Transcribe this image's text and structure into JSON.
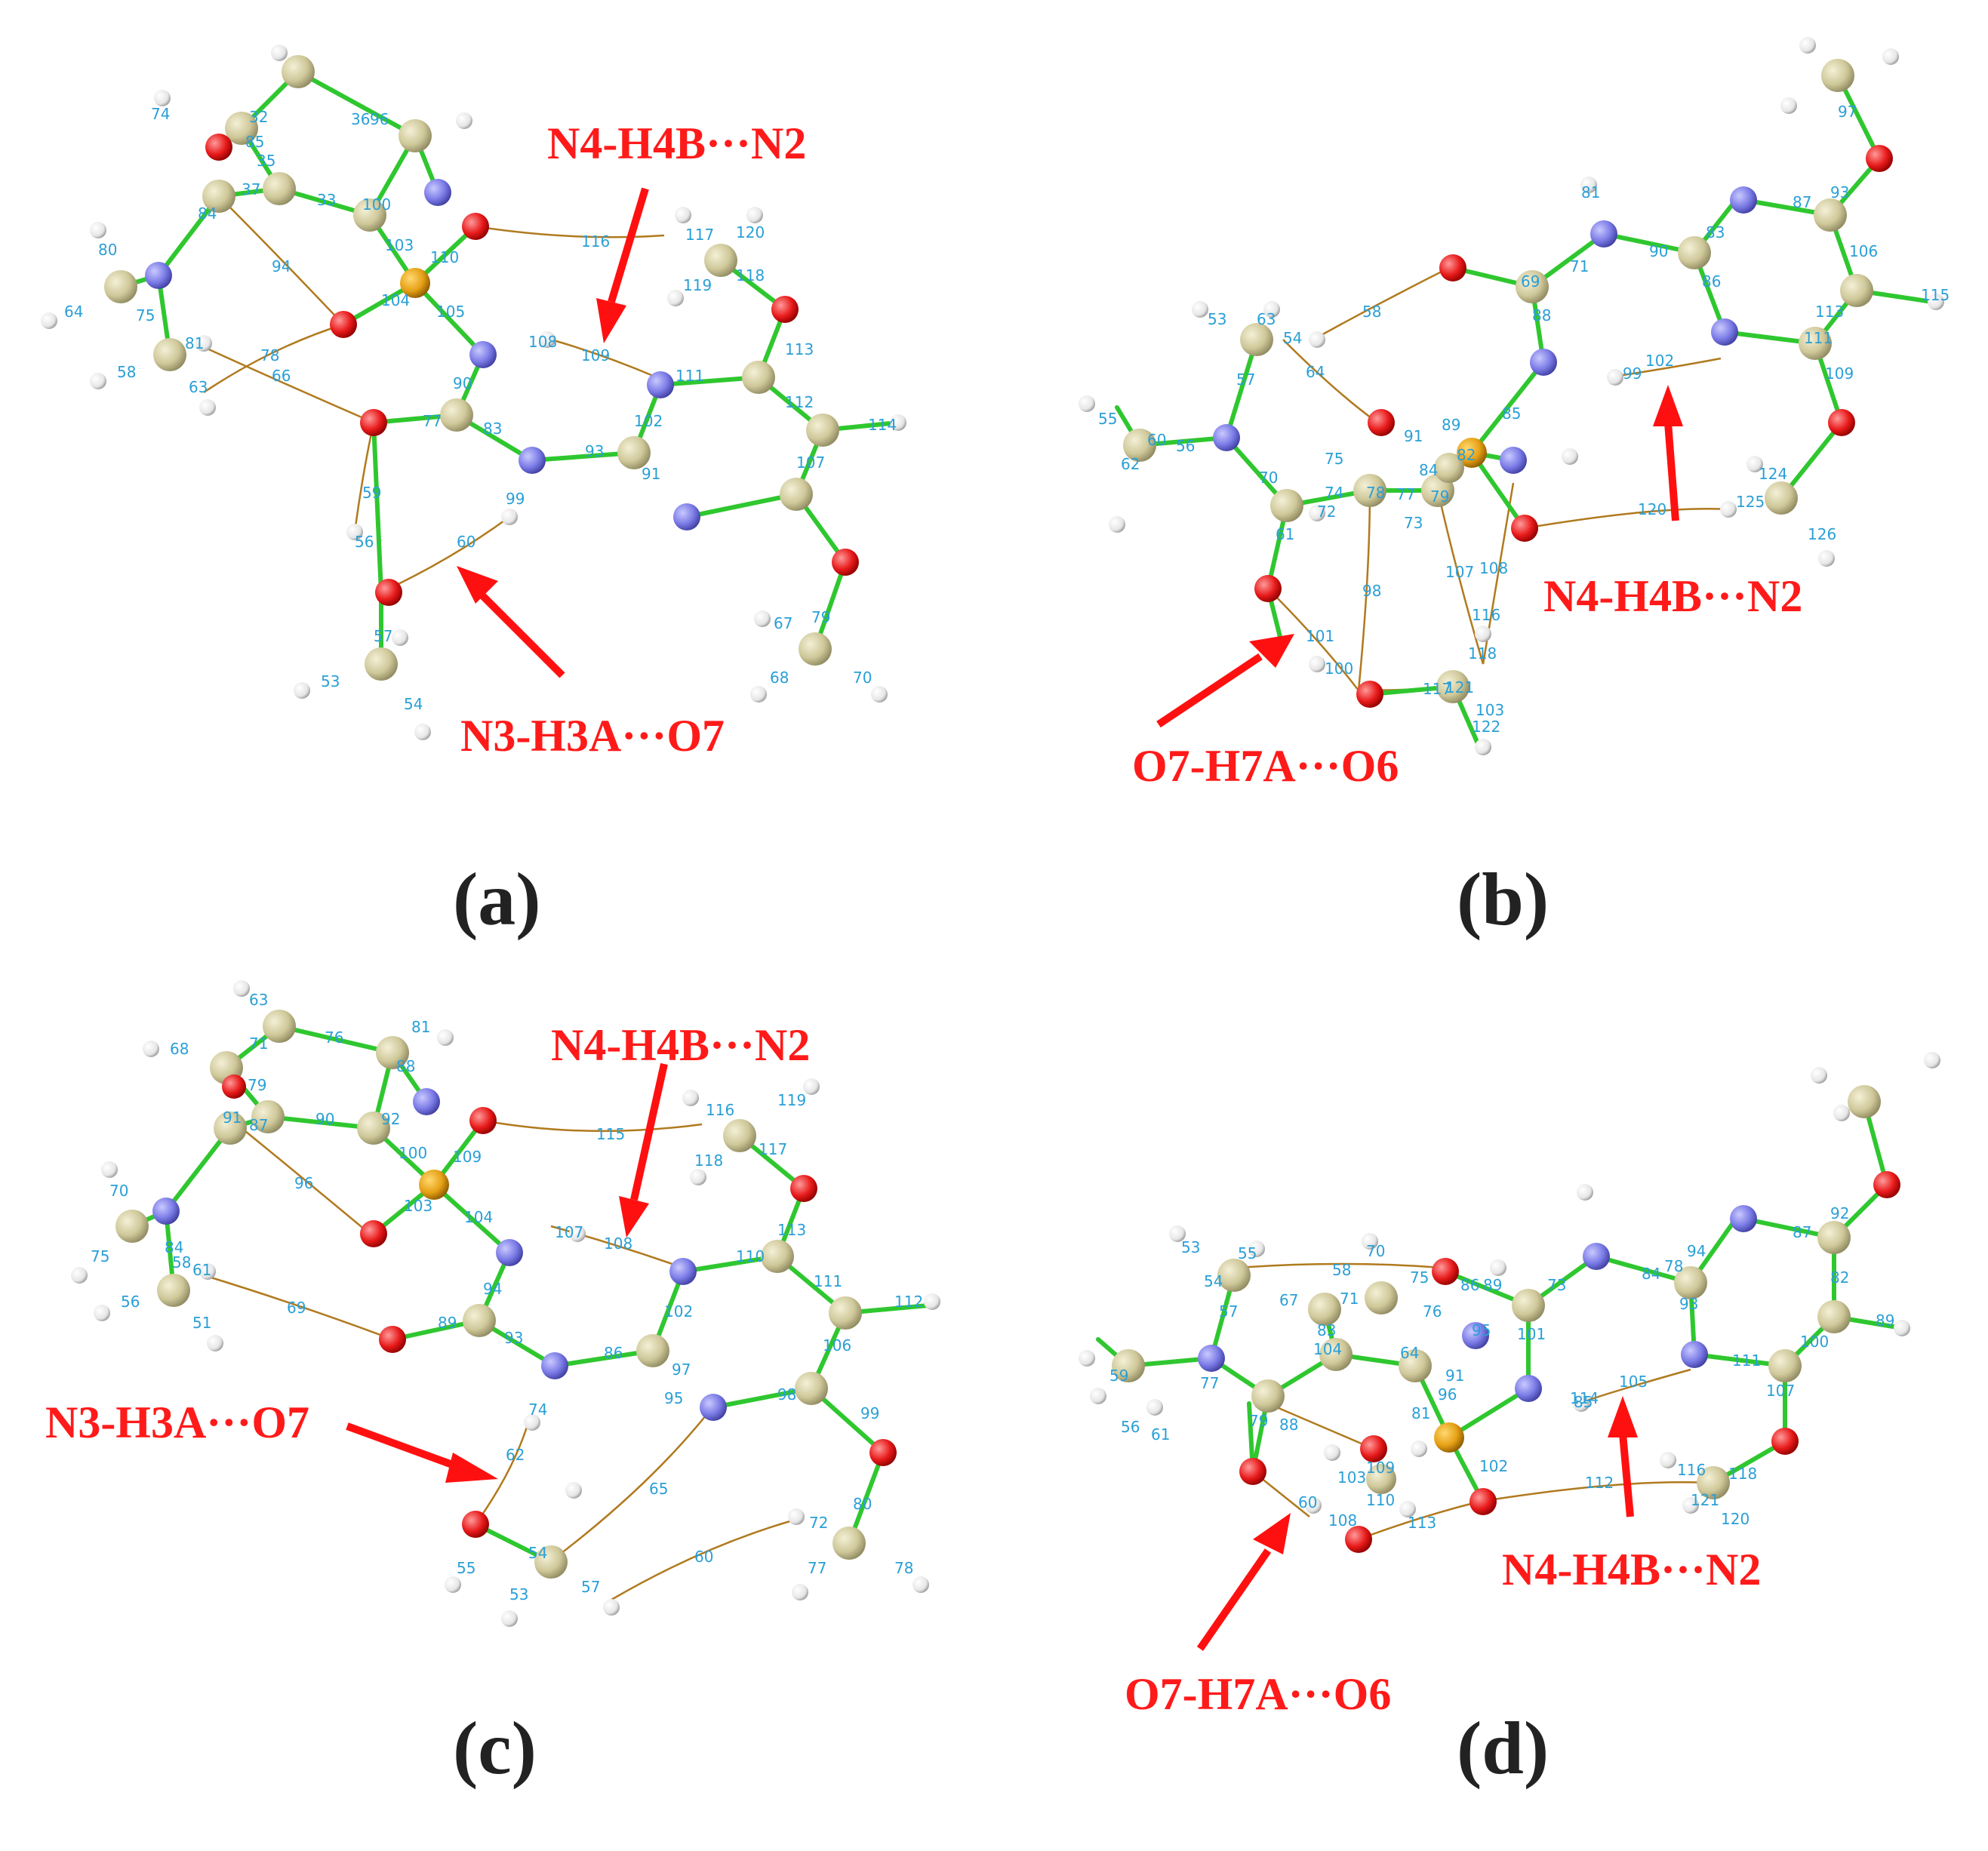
{
  "figure": {
    "panels": [
      {
        "id": "a",
        "label": "(a)",
        "interactions": [
          "N4-H4B···N2",
          "N3-H3A···O7"
        ],
        "cp_numbers": [
          "32",
          "36",
          "37",
          "35",
          "33",
          "100",
          "103",
          "104",
          "105",
          "110",
          "116",
          "117",
          "118",
          "119",
          "120",
          "108",
          "109",
          "111",
          "112",
          "113",
          "114",
          "107",
          "102",
          "93",
          "91",
          "90",
          "83",
          "77",
          "84",
          "85",
          "60",
          "59",
          "56",
          "57",
          "78",
          "66",
          "81",
          "94",
          "74",
          "75",
          "80",
          "64",
          "58",
          "63",
          "53",
          "54",
          "79",
          "70",
          "68",
          "67",
          "96",
          "99"
        ]
      },
      {
        "id": "b",
        "label": "(b)",
        "interactions": [
          "N4-H4B···N2",
          "O7-H7A···O6"
        ],
        "cp_numbers": [
          "53",
          "63",
          "57",
          "55",
          "60",
          "62",
          "56",
          "58",
          "54",
          "64",
          "69",
          "71",
          "88",
          "85",
          "90",
          "86",
          "83",
          "87",
          "93",
          "81",
          "97",
          "106",
          "115",
          "113",
          "111",
          "109",
          "99",
          "102",
          "91",
          "82",
          "89",
          "84",
          "75",
          "74",
          "72",
          "78",
          "77",
          "73",
          "79",
          "70",
          "61",
          "98",
          "107",
          "108",
          "101",
          "100",
          "103",
          "116",
          "118",
          "117",
          "121",
          "122",
          "120",
          "125",
          "124",
          "126"
        ]
      },
      {
        "id": "c",
        "label": "(c)",
        "interactions": [
          "N4-H4B···N2",
          "N3-H3A···O7"
        ],
        "cp_numbers": [
          "63",
          "68",
          "71",
          "76",
          "81",
          "88",
          "79",
          "91",
          "87",
          "90",
          "92",
          "100",
          "109",
          "103",
          "104",
          "107",
          "108",
          "115",
          "116",
          "117",
          "118",
          "119",
          "113",
          "110",
          "111",
          "112",
          "106",
          "99",
          "98",
          "97",
          "102",
          "95",
          "94",
          "89",
          "93",
          "86",
          "80",
          "70",
          "75",
          "84",
          "56",
          "69",
          "61",
          "58",
          "51",
          "74",
          "62",
          "65",
          "55",
          "53",
          "54",
          "57",
          "60",
          "72",
          "77",
          "78",
          "96"
        ]
      },
      {
        "id": "d",
        "label": "(d)",
        "interactions": [
          "O7-H7A···O6",
          "N4-H4B···N2"
        ],
        "cp_numbers": [
          "53",
          "55",
          "57",
          "54",
          "67",
          "70",
          "58",
          "75",
          "71",
          "76",
          "86",
          "89",
          "73",
          "84",
          "78",
          "94",
          "87",
          "92",
          "93",
          "82",
          "89",
          "100",
          "111",
          "107",
          "105",
          "114",
          "101",
          "95",
          "81",
          "96",
          "102",
          "91",
          "104",
          "83",
          "64",
          "88",
          "79",
          "77",
          "59",
          "56",
          "61",
          "60",
          "103",
          "108",
          "109",
          "110",
          "113",
          "112",
          "116",
          "118",
          "120",
          "121",
          "85"
        ]
      }
    ]
  },
  "colors": {
    "carbon": "#cfc89a",
    "nitrogen": "#7a7ae6",
    "oxygen": "#e81a1a",
    "hydrogen": "#f0f0f0",
    "phosphorus": "#e6a015",
    "bond": "#2fc72f",
    "bond_path": "#b07a1e",
    "cp_label": "#2a9fd6",
    "annotation": "#ff1a1a"
  }
}
